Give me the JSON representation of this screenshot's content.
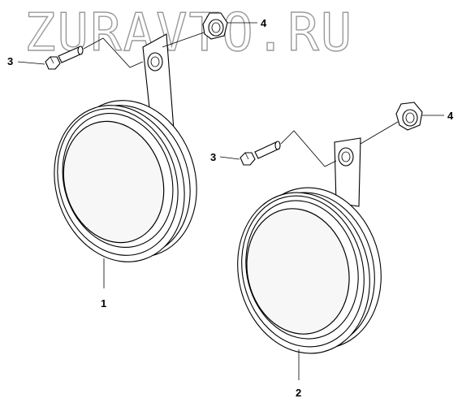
{
  "watermark": "ZURAVTO.RU",
  "callouts": {
    "horn_left": "1",
    "horn_right": "2",
    "bolt_left": "3",
    "bolt_right": "3",
    "nut_left": "4",
    "nut_right": "4"
  },
  "colors": {
    "line": "#000000",
    "watermark": "#9a9a9a",
    "background": "#ffffff"
  }
}
